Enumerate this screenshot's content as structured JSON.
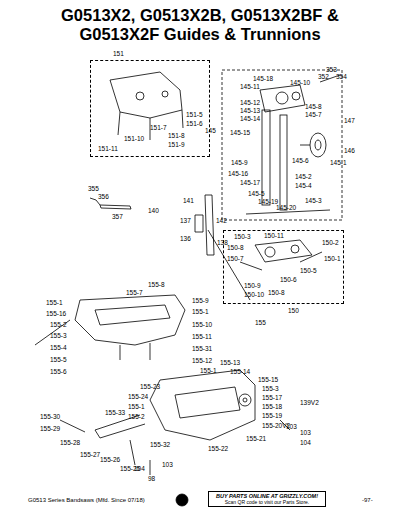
{
  "diagram": {
    "title": "G0513X2, G0513X2B, G0513X2BF & G0513X2F Guides & Trunnions",
    "nodes": [
      {
        "text": [
          "151"
        ]
      },
      {
        "text": [
          "150"
        ]
      },
      {
        "text": [
          "BUY PARTS ONLINE AT GRIZZLY.COM!",
          "Scan QR code to visit our Parts Store."
        ]
      }
    ],
    "edges": [],
    "labels": [
      "151-5",
      "151-6",
      "151-7",
      "151-8",
      "151-10",
      "151-9",
      "151-11",
      "353",
      "352",
      "354",
      "145-18",
      "145-11",
      "145-10",
      "145-12",
      "145-13",
      "145-14",
      "145-8",
      "145-7",
      "147",
      "145-15",
      "145-1",
      "146",
      "145-9",
      "145-6",
      "145-16",
      "145-17",
      "145-2",
      "145-4",
      "145-5",
      "145-19",
      "145-20",
      "145-3",
      "145",
      "355",
      "356",
      "357",
      "141",
      "140",
      "142",
      "137",
      "136",
      "138",
      "150-3",
      "150-11",
      "150-2",
      "150-8",
      "150-7",
      "150-1",
      "150-5",
      "150-6",
      "150-9",
      "150-10",
      "150-8",
      "155-8",
      "155-7",
      "155-9",
      "155-1",
      "155-16",
      "155-1",
      "155-2",
      "155-3",
      "155",
      "155-10",
      "155-4",
      "155-11",
      "155-5",
      "155-31",
      "155-6",
      "155-12",
      "155-1",
      "155-13",
      "155-14",
      "155-15",
      "155-3",
      "155-17",
      "155-18",
      "155-19",
      "155-20V2",
      "155-21",
      "155-22",
      "155-23",
      "155-24",
      "155-1",
      "155-2",
      "155-32",
      "155-33",
      "155-30",
      "155-29",
      "155-28",
      "155-27",
      "155-26",
      "155-25",
      "139V2",
      "103",
      "103",
      "104",
      "103",
      "104",
      "98",
      "G0513 Series Bandsaws (Mfd. Since 07/18)",
      "-97-"
    ]
  }
}
